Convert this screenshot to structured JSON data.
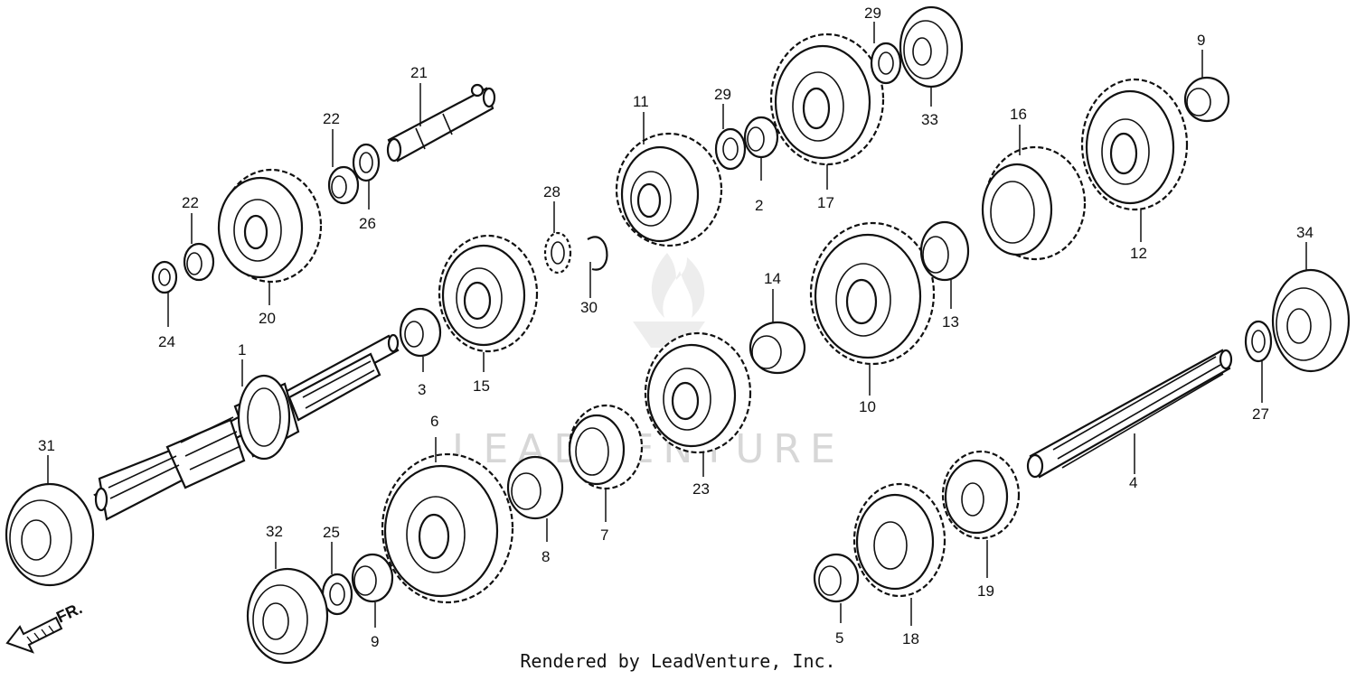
{
  "watermark": "LEADVENTURE",
  "credit": "Rendered by LeadVenture, Inc.",
  "direction_label": "FR.",
  "parts": [
    {
      "id": "p1",
      "label": "1",
      "kind": "shaft-main"
    },
    {
      "id": "p2",
      "label": "2",
      "kind": "bushing"
    },
    {
      "id": "p3",
      "label": "3",
      "kind": "collar"
    },
    {
      "id": "p4",
      "label": "4",
      "kind": "shaft-counter"
    },
    {
      "id": "p5",
      "label": "5",
      "kind": "collar"
    },
    {
      "id": "p6",
      "label": "6",
      "kind": "gear"
    },
    {
      "id": "p7",
      "label": "7",
      "kind": "gear"
    },
    {
      "id": "p8",
      "label": "8",
      "kind": "needle-bearing"
    },
    {
      "id": "p9a",
      "label": "9",
      "kind": "needle-bearing"
    },
    {
      "id": "p9b",
      "label": "9",
      "kind": "needle-bearing"
    },
    {
      "id": "p10",
      "label": "10",
      "kind": "gear"
    },
    {
      "id": "p11",
      "label": "11",
      "kind": "gear"
    },
    {
      "id": "p12",
      "label": "12",
      "kind": "gear"
    },
    {
      "id": "p13",
      "label": "13",
      "kind": "bushing"
    },
    {
      "id": "p14",
      "label": "14",
      "kind": "bushing"
    },
    {
      "id": "p15",
      "label": "15",
      "kind": "gear"
    },
    {
      "id": "p16",
      "label": "16",
      "kind": "gear"
    },
    {
      "id": "p17",
      "label": "17",
      "kind": "gear"
    },
    {
      "id": "p18",
      "label": "18",
      "kind": "gear"
    },
    {
      "id": "p19",
      "label": "19",
      "kind": "gear"
    },
    {
      "id": "p20",
      "label": "20",
      "kind": "gear"
    },
    {
      "id": "p21",
      "label": "21",
      "kind": "shaft-small"
    },
    {
      "id": "p22a",
      "label": "22",
      "kind": "bushing"
    },
    {
      "id": "p22b",
      "label": "22",
      "kind": "bushing"
    },
    {
      "id": "p23",
      "label": "23",
      "kind": "gear"
    },
    {
      "id": "p24",
      "label": "24",
      "kind": "washer"
    },
    {
      "id": "p25",
      "label": "25",
      "kind": "washer"
    },
    {
      "id": "p26",
      "label": "26",
      "kind": "washer"
    },
    {
      "id": "p27",
      "label": "27",
      "kind": "washer"
    },
    {
      "id": "p28",
      "label": "28",
      "kind": "lock-washer"
    },
    {
      "id": "p29a",
      "label": "29",
      "kind": "washer"
    },
    {
      "id": "p29b",
      "label": "29",
      "kind": "washer"
    },
    {
      "id": "p30",
      "label": "30",
      "kind": "circlip"
    },
    {
      "id": "p31",
      "label": "31",
      "kind": "ball-bearing"
    },
    {
      "id": "p32",
      "label": "32",
      "kind": "ball-bearing"
    },
    {
      "id": "p33",
      "label": "33",
      "kind": "ball-bearing"
    },
    {
      "id": "p34",
      "label": "34",
      "kind": "ball-bearing"
    }
  ]
}
